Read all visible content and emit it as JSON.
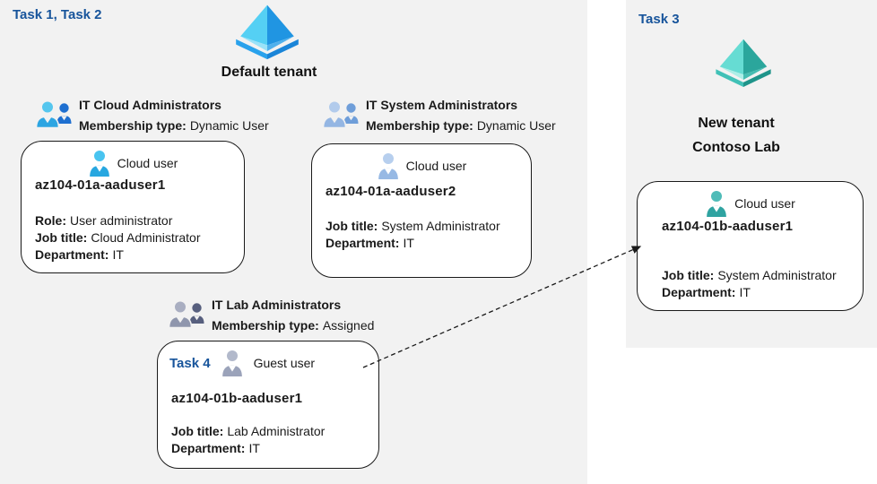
{
  "colors": {
    "panel_bg": "#f2f2f2",
    "task_label_blue": "#17549b",
    "card_border": "#1a1a1a",
    "tenant_icon_blue": "#2095e2",
    "tenant_icon_teal": "#2ba69c",
    "user_icon_blue": "#27a7e0",
    "user_icon_steel": "#97b9e4",
    "user_icon_gray": "#9ba3ba",
    "user_icon_teal": "#2fa3a1"
  },
  "icons": {
    "tenant": "azure-tenant-icon",
    "group": "user-group-icon",
    "user": "user-icon"
  },
  "left_panel": {
    "task_label": "Task 1, Task 2",
    "tenant_name": "Default tenant",
    "groups": [
      {
        "name": "IT Cloud Administrators",
        "membership_label": "Membership type:",
        "membership_value": "Dynamic User",
        "icon": "user-group-icon"
      },
      {
        "name": "IT System Administrators",
        "membership_label": "Membership type:",
        "membership_value": "Dynamic User",
        "icon": "user-group-icon"
      },
      {
        "name": "IT Lab Administrators",
        "membership_label": "Membership type:",
        "membership_value": "Assigned",
        "icon": "user-group-icon"
      }
    ],
    "users": [
      {
        "type_label": "Cloud user",
        "name": "az104-01a-aaduser1",
        "icon": "user-icon",
        "fields": [
          {
            "label": "Role:",
            "value": "User administrator"
          },
          {
            "label": "Job title:",
            "value": "Cloud Administrator"
          },
          {
            "label": "Department:",
            "value": "IT"
          }
        ]
      },
      {
        "type_label": "Cloud user",
        "name": "az104-01a-aaduser2",
        "icon": "user-icon",
        "fields": [
          {
            "label": "Job title:",
            "value": "System Administrator"
          },
          {
            "label": "Department:",
            "value": "IT"
          }
        ]
      },
      {
        "task_label": "Task 4",
        "type_label": "Guest user",
        "name": "az104-01b-aaduser1",
        "icon": "user-icon",
        "fields": [
          {
            "label": "Job title:",
            "value": "Lab Administrator"
          },
          {
            "label": "Department:",
            "value": "IT"
          }
        ]
      }
    ]
  },
  "right_panel": {
    "task_label": "Task 3",
    "tenant_name_line1": "New tenant",
    "tenant_name_line2": "Contoso Lab",
    "user": {
      "type_label": "Cloud user",
      "name": "az104-01b-aaduser1",
      "icon": "user-icon",
      "fields": [
        {
          "label": "Job title:",
          "value": "System Administrator"
        },
        {
          "label": "Department:",
          "value": "IT"
        }
      ]
    }
  }
}
